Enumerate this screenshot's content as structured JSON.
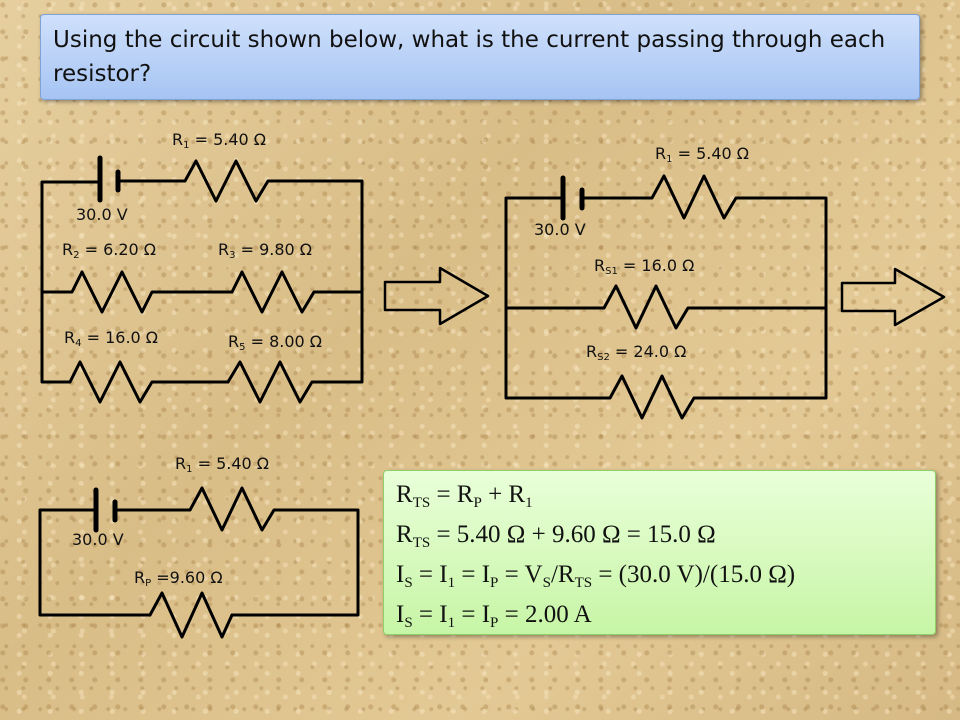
{
  "question": "Using the circuit shown below, what is the current passing through each resistor?",
  "circuit_1": {
    "battery": "30.0 V",
    "r1": {
      "name": "R",
      "sub": "1",
      "value": " = 5.40 Ω"
    },
    "r2": {
      "name": "R",
      "sub": "2",
      "value": " = 6.20 Ω"
    },
    "r3": {
      "name": "R",
      "sub": "3",
      "value": " = 9.80 Ω"
    },
    "r4": {
      "name": "R",
      "sub": "4",
      "value": " = 16.0 Ω"
    },
    "r5": {
      "name": "R",
      "sub": "5",
      "value": " = 8.00 Ω"
    }
  },
  "circuit_2": {
    "battery": "30.0 V",
    "r1": {
      "name": "R",
      "sub": "1",
      "value": " = 5.40 Ω"
    },
    "rs1": {
      "name": "R",
      "sub": "S1",
      "value": " = 16.0 Ω"
    },
    "rs2": {
      "name": "R",
      "sub": "S2",
      "value": " = 24.0 Ω"
    }
  },
  "circuit_3": {
    "battery": "30.0 V",
    "r1": {
      "name": "R",
      "sub": "1",
      "value": " = 5.40 Ω"
    },
    "rp": {
      "name": "R",
      "sub": "P",
      "value": " =9.60 Ω"
    }
  },
  "answer": {
    "line1": {
      "a": "R",
      "a_sub": "TS",
      "b": " = R",
      "b_sub": "P",
      "c": " + R",
      "c_sub": "1"
    },
    "line2": {
      "a": "R",
      "a_sub": "TS",
      "b": " = 5.40 Ω + 9.60 Ω = 15.0 Ω"
    },
    "line3": {
      "a": "I",
      "a_sub": "S",
      "b": " = I",
      "b_sub": "1",
      "c": " = I",
      "c_sub": "P",
      "d": " = V",
      "d_sub": "S",
      "e": "/R",
      "e_sub": "TS",
      "f": " = (30.0 V)/(15.0 Ω)"
    },
    "line4": {
      "a": "I",
      "a_sub": "S",
      "b": " = I",
      "b_sub": "1",
      "c": " = I",
      "c_sub": "P",
      "d": " = 2.00 A"
    }
  }
}
